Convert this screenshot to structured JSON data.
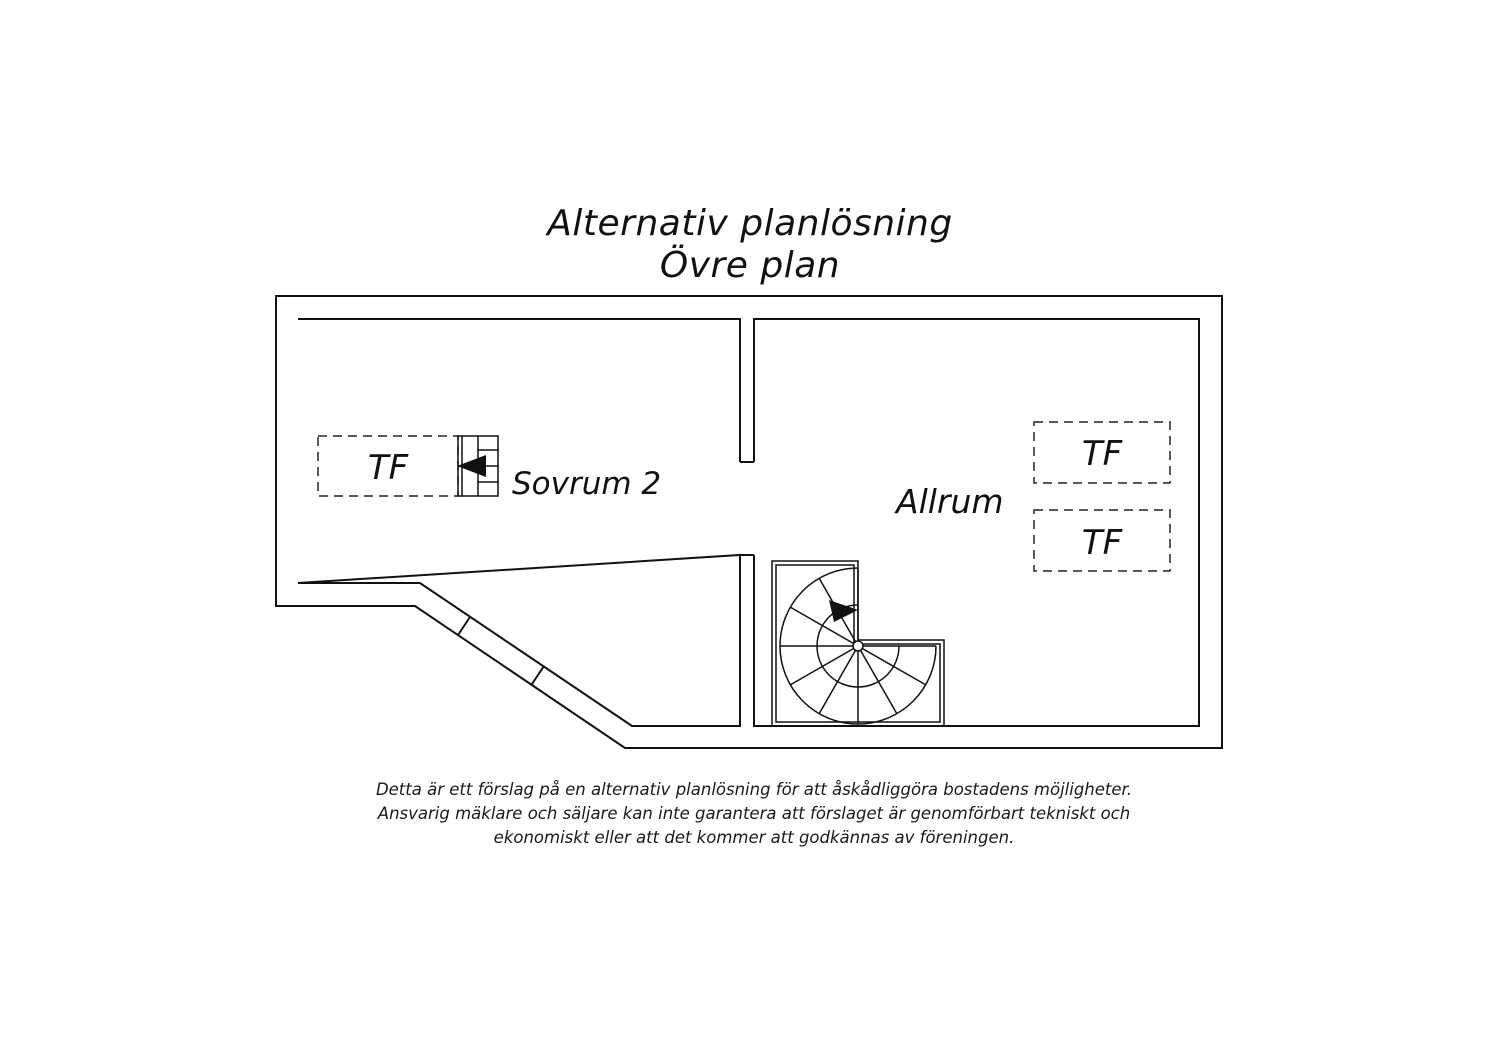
{
  "plan": {
    "title": "Alternativ planlösning",
    "subtitle": "Övre plan"
  },
  "rooms": {
    "bedroom": "Sovrum 2",
    "living": "Allrum"
  },
  "storage": {
    "left": "TF",
    "right_top": "TF",
    "right_bottom": "TF"
  },
  "disclaimer": {
    "line1": "Detta är ett förslag på en alternativ planlösning för att åskådliggöra bostadens möjligheter.",
    "line2": "Ansvarig mäklare och säljare kan inte garantera att förslaget är genomförbart tekniskt och",
    "line3": "ekonomiskt eller att det kommer att godkännas av föreningen."
  }
}
